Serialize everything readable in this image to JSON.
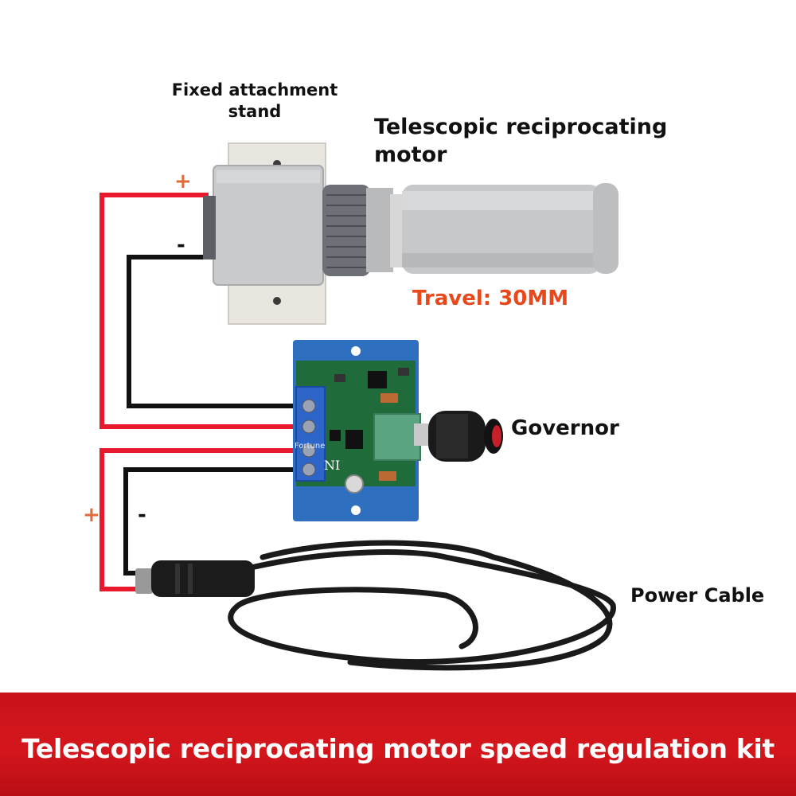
{
  "labels": {
    "stand": "Fixed attachment stand",
    "stand_line1": "Fixed attachment",
    "stand_line2": "stand",
    "motor_line1": "Telescopic reciprocating",
    "motor_line2": "motor",
    "travel": "Travel: 30MM",
    "governor": "Governor",
    "power_cable": "Power Cable"
  },
  "polarity": {
    "motor_plus": "+",
    "motor_minus": "-",
    "power_plus": "+",
    "power_minus": "-"
  },
  "board_marks": {
    "brand": "Fortune",
    "code": "NI"
  },
  "banner": {
    "title": "Telescopic reciprocating motor speed regulation kit"
  },
  "colors": {
    "banner_red": "#d4161c",
    "travel_orange": "#e8481c",
    "wire_red": "#e8192c",
    "wire_black": "#111111",
    "pcb_green": "#1f6b3a",
    "pcb_blue": "#2f6fc0"
  }
}
